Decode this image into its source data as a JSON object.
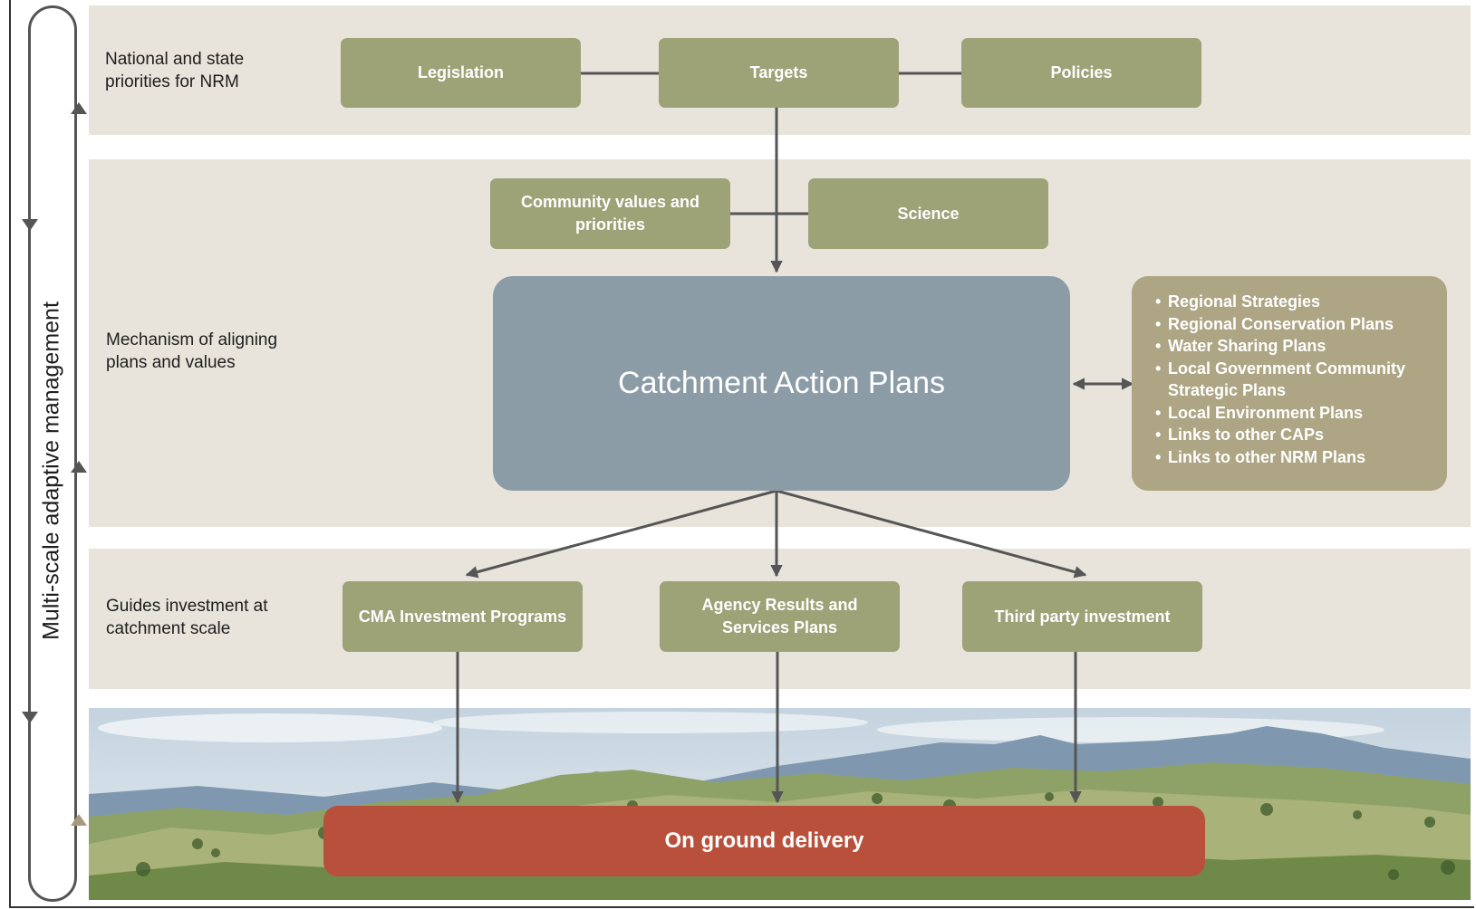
{
  "rows": {
    "national": "National and state priorities for NRM",
    "mechanism": "Mechanism of aligning plans and values",
    "guides": "Guides investment at catchment scale"
  },
  "side_label": "Multi-scale adaptive management",
  "top_boxes": {
    "legislation": "Legislation",
    "targets": "Targets",
    "policies": "Policies"
  },
  "mid_boxes": {
    "community": "Community values and priorities",
    "science": "Science"
  },
  "central": "Catchment Action Plans",
  "related_plans": [
    "Regional Strategies",
    "Regional Conservation Plans",
    "Water Sharing Plans",
    "Local Government Community Strategic Plans",
    "Local Environment Plans",
    "Links to other CAPs",
    "Links to other NRM Plans"
  ],
  "investment_boxes": {
    "cma": "CMA Investment Programs",
    "agency": "Agency Results and Services Plans",
    "third_party": "Third party investment"
  },
  "delivery": "On ground delivery",
  "colors": {
    "band": "#e8e4dc",
    "olive_box": "#9ea277",
    "central_box": "#8c9ca6",
    "plans_box": "#ada584",
    "delivery_box": "#b8503c",
    "arrow": "#555555"
  }
}
